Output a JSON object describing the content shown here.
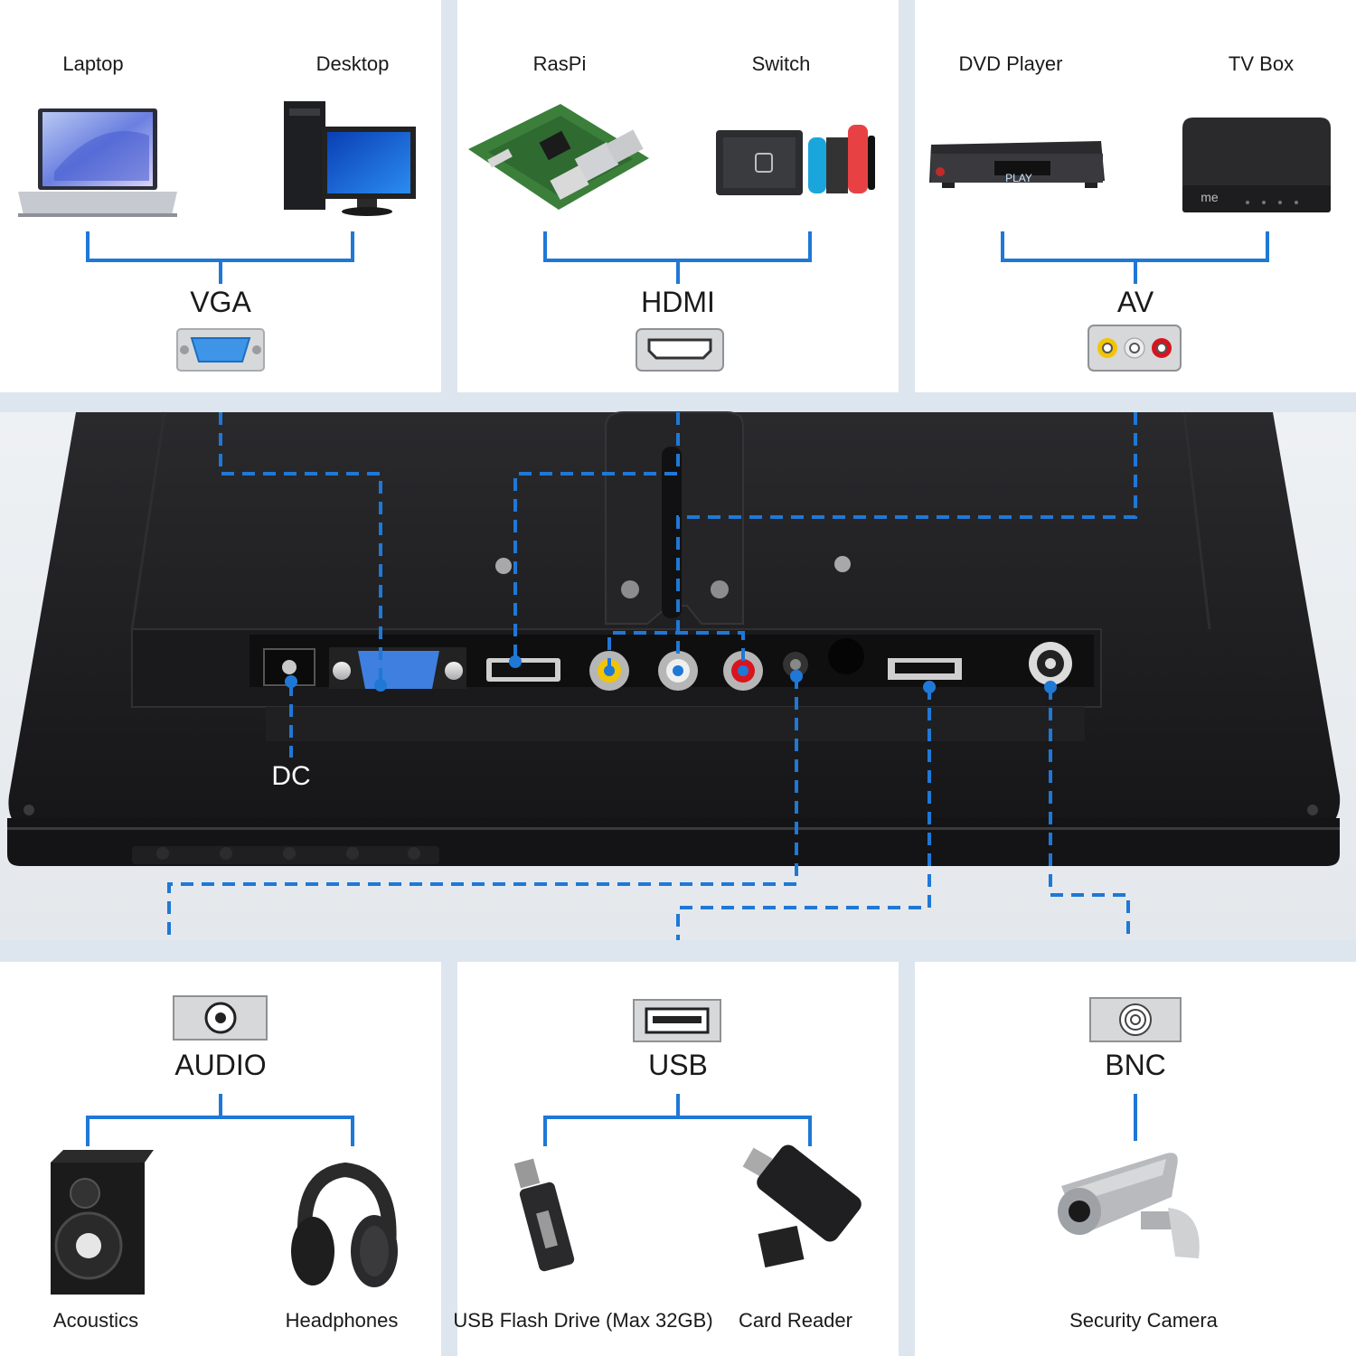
{
  "top": {
    "vga": {
      "port": "VGA",
      "devices": [
        "Laptop",
        "Desktop"
      ]
    },
    "hdmi": {
      "port": "HDMI",
      "devices": [
        "RasPi",
        "Switch"
      ]
    },
    "av": {
      "port": "AV",
      "devices": [
        "DVD Player",
        "TV Box"
      ]
    }
  },
  "monitor": {
    "dc_label": "DC",
    "dvd_display": "PLAY",
    "tvbox_logo": "me"
  },
  "bottom": {
    "audio": {
      "port": "AUDIO",
      "devices": [
        "Acoustics",
        "Headphones"
      ]
    },
    "usb": {
      "port": "USB",
      "devices": [
        "USB Flash Drive (Max 32GB)",
        "Card Reader"
      ]
    },
    "bnc": {
      "port": "BNC",
      "devices": [
        "Security Camera"
      ]
    }
  },
  "colors": {
    "accent_line": "#1f78d6",
    "panel_bg": "#ffffff",
    "page_bg": "#dde6ef",
    "monitor_body": "#1c1c1e",
    "port_badge": "#d6d8da",
    "av_yellow": "#f2c500",
    "av_white": "#e8e8e8",
    "av_red": "#d8141e"
  },
  "icons": [
    "laptop-icon",
    "desktop-icon",
    "raspberry-pi-icon",
    "nintendo-switch-icon",
    "dvd-player-icon",
    "tv-box-icon",
    "vga-port-icon",
    "hdmi-port-icon",
    "av-port-icon",
    "audio-port-icon",
    "usb-port-icon",
    "bnc-port-icon",
    "speaker-icon",
    "headphones-icon",
    "usb-flash-drive-icon",
    "card-reader-icon",
    "security-camera-icon"
  ]
}
